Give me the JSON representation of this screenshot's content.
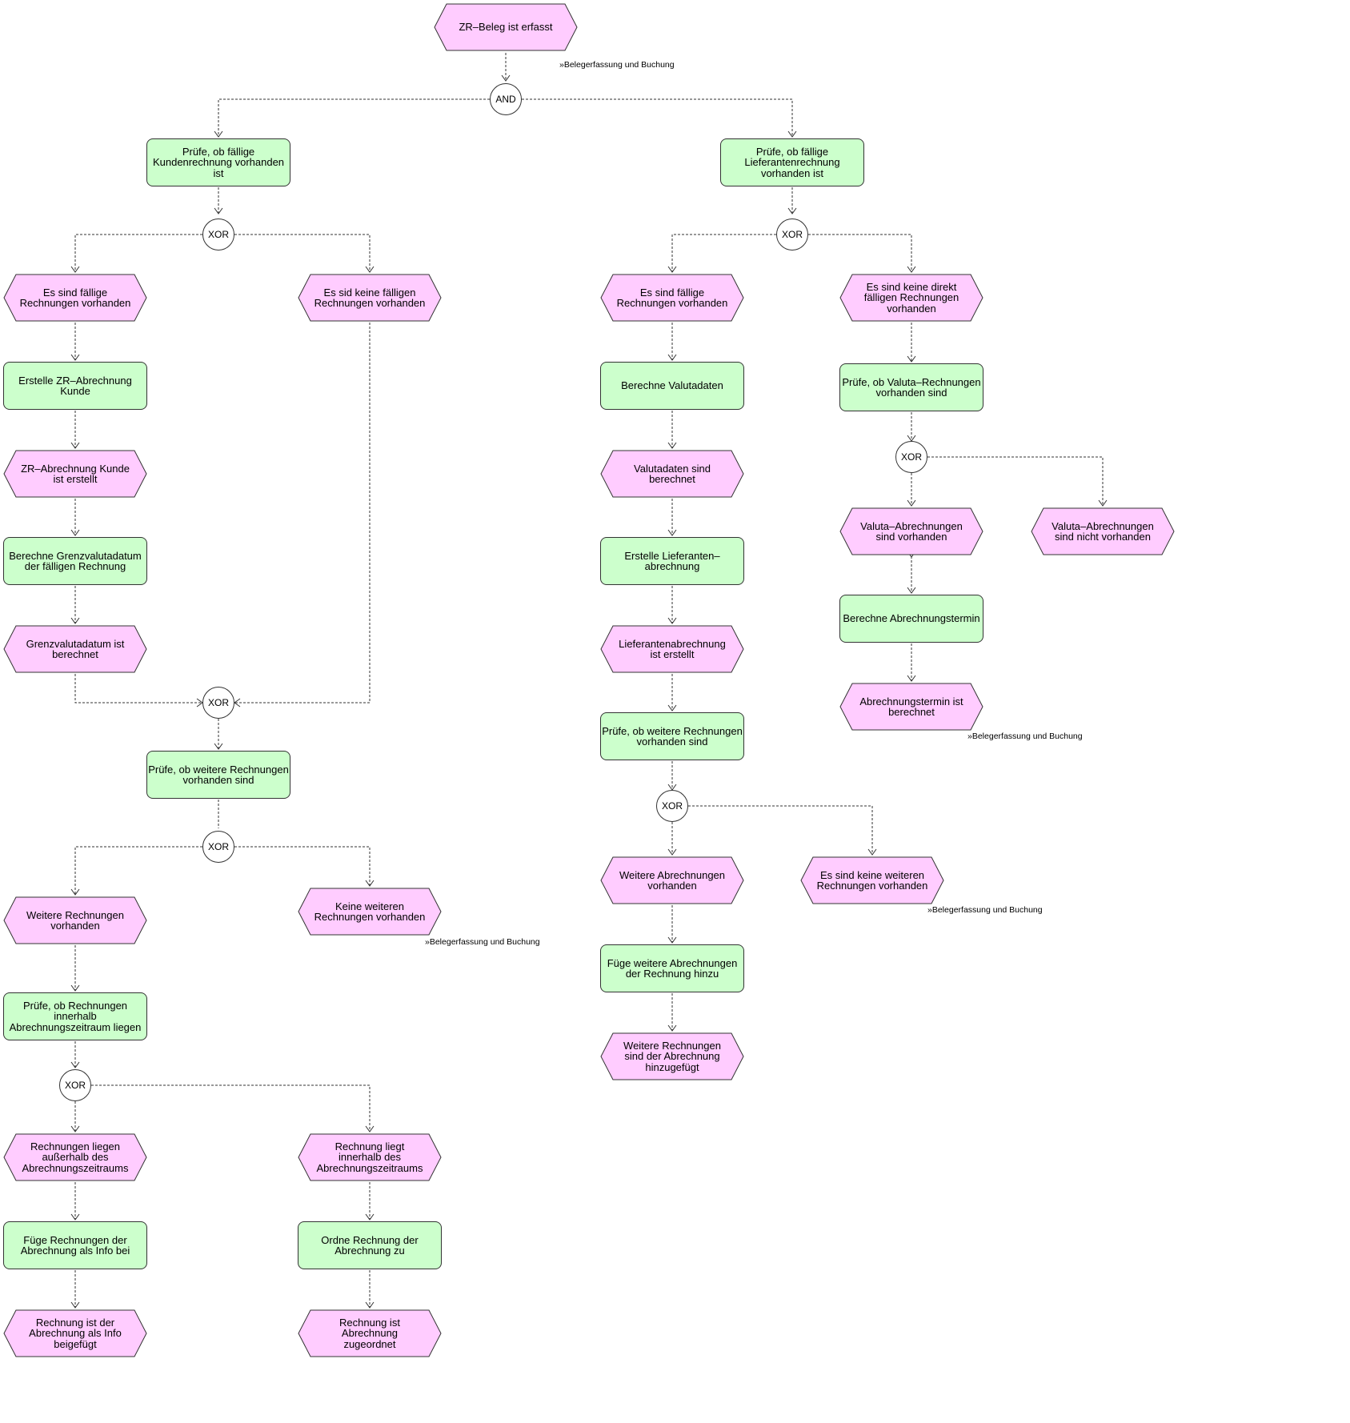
{
  "events": {
    "zr_beleg_erfasst": "ZR–Beleg ist erfasst",
    "k_faellige_vorhanden": "Es sind fällige\nRechnungen vorhanden",
    "k_keine_faelligen": "Es sid keine fälligen\nRechnungen vorhanden",
    "zr_abrechnung_erstellt": "ZR–Abrechnung Kunde\nist erstellt",
    "grenzvaluta_berechnet": "Grenzvalutadatum ist\nberechnet",
    "weitere_rechnungen_vorhanden": "Weitere Rechnungen\nvorhanden",
    "keine_weiteren_rechnungen": "Keine weiteren\nRechnungen vorhanden",
    "ausserhalb_zeitraum": "Rechnungen liegen\naußerhalb des\nAbrechnungszeitraums",
    "innerhalb_zeitraum": "Rechnung liegt\ninnerhalb des\nAbrechnungszeitraums",
    "als_info_beigefuegt": "Rechnung ist der\nAbrechnung als Info\nbeigefügt",
    "abrechnung_zugeordnet": "Rechnung ist\nAbrechnung\nzugeordnet",
    "l_faellige_vorhanden": "Es sind fällige\nRechnungen vorhanden",
    "valutadaten_berechnet": "Valutadaten sind\nberechnet",
    "lieferantenabrechnung_erstellt": "Lieferantenabrechnung\nist erstellt",
    "weitere_abrechnungen_vorhanden": "Weitere Abrechnungen\nvorhanden",
    "keine_weiteren_rechnungen_l": "Es sind keine weiteren\nRechnungen vorhanden",
    "weitere_rechnungen_hinzugefuegt": "Weitere Rechnungen\nsind der Abrechnung\nhinzugefügt",
    "keine_direkt_faelligen": "Es sind keine direkt\nfälligen Rechnungen\nvorhanden",
    "valuta_vorhanden": "Valuta–Abrechnungen\nsind vorhanden",
    "valuta_nicht_vorhanden": "Valuta–Abrechnungen\nsind nicht vorhanden",
    "abrechnungstermin_berechnet": "Abrechnungstermin ist\nberechnet"
  },
  "functions": {
    "pruefe_kundenrechnung": "Prüfe, ob fällige\nKundenrechnung vorhanden\nist",
    "pruefe_lieferantenrechnung": "Prüfe, ob fällige\nLieferantenrechnung\nvorhanden ist",
    "erstelle_zr_abrechnung": "Erstelle ZR–Abrechnung Kunde",
    "berechne_grenzvaluta": "Berechne Grenzvalutadatum\nder fälligen Rechnung",
    "pruefe_weitere_k": "Prüfe, ob weitere Rechnungen\nvorhanden sind",
    "pruefe_zeitraum": "Prüfe, ob Rechnungen\ninnerhalb\nAbrechnungszeitraum liegen",
    "fuege_als_info": "Füge Rechnungen der\nAbrechnung als Info bei",
    "ordne_zu": "Ordne Rechnung der\nAbrechnung zu",
    "berechne_valutadaten": "Berechne Valutadaten",
    "erstelle_lieferantenabrechnung": "Erstelle Lieferanten–\nabrechnung",
    "pruefe_weitere_l": "Prüfe, ob weitere Rechnungen\nvorhanden sind",
    "fuege_weitere_hinzu": "Füge weitere Abrechnungen\nder Rechnung hinzu",
    "pruefe_valuta": "Prüfe, ob Valuta–Rechnungen\nvorhanden sind",
    "berechne_termin": "Berechne Abrechnungstermin"
  },
  "gates": {
    "and_label": "AND",
    "xor_label": "XOR"
  },
  "references": {
    "ref_1": "»Belegerfassung und Buchung",
    "ref_2": "»Belegerfassung und Buchung",
    "ref_3": "»Belegerfassung und Buchung",
    "ref_4": "»Belegerfassung und Buchung"
  },
  "colors": {
    "event_fill": "#ffccff",
    "function_fill": "#ccffcc",
    "stroke": "#333333"
  }
}
